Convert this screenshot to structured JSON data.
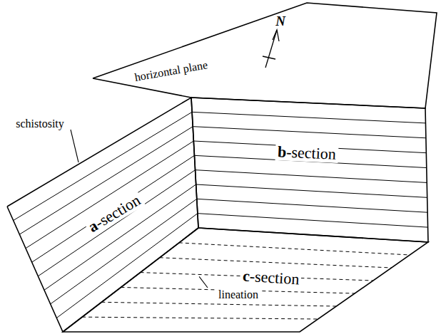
{
  "diagram": {
    "labels": [
      "N",
      "horizontal plane",
      "schistosity",
      "a-section",
      "b-section",
      "c-section",
      "lineation"
    ]
  }
}
